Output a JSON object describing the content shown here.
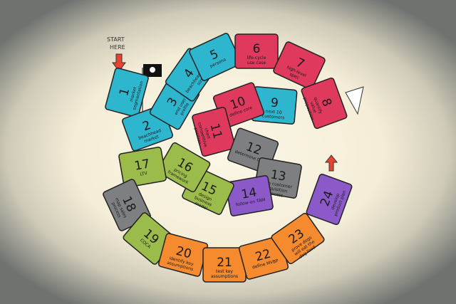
{
  "start_label": [
    "START",
    "HERE"
  ],
  "colors": {
    "cyan": "#2fb6cf",
    "red": "#e0395e",
    "gray": "#7d7f80",
    "green": "#9bbb4a",
    "purple": "#8c5ac8",
    "orange": "#f58a2e"
  },
  "steps": [
    {
      "n": "1",
      "label": "market segmentation",
      "color": "cyan"
    },
    {
      "n": "2",
      "label": "beachhead market",
      "color": "cyan"
    },
    {
      "n": "3",
      "label": "end user profile",
      "color": "cyan"
    },
    {
      "n": "4",
      "label": "beachhead TAM size",
      "color": "cyan"
    },
    {
      "n": "5",
      "label": "persona",
      "color": "cyan"
    },
    {
      "n": "6",
      "label": "life-cycle use case",
      "color": "red"
    },
    {
      "n": "7",
      "label": "high-level spec",
      "color": "red"
    },
    {
      "n": "8",
      "label": "quantify value proposition",
      "color": "red"
    },
    {
      "n": "9",
      "label": "next 10 customers",
      "color": "cyan"
    },
    {
      "n": "10",
      "label": "define core",
      "color": "red"
    },
    {
      "n": "11",
      "label": "chart competitive position",
      "color": "red"
    },
    {
      "n": "12",
      "label": "determine DMU",
      "color": "gray"
    },
    {
      "n": "13",
      "label": "map customer acquisition process",
      "color": "gray"
    },
    {
      "n": "14",
      "label": "follow-on TAM",
      "color": "purple"
    },
    {
      "n": "15",
      "label": "design business model",
      "color": "green"
    },
    {
      "n": "16",
      "label": "pricing framework",
      "color": "green"
    },
    {
      "n": "17",
      "label": "LTV",
      "color": "green"
    },
    {
      "n": "18",
      "label": "map sales process",
      "color": "gray"
    },
    {
      "n": "19",
      "label": "COCA",
      "color": "green"
    },
    {
      "n": "20",
      "label": "identify key assumptions",
      "color": "orange"
    },
    {
      "n": "21",
      "label": "test key assumptions",
      "color": "orange"
    },
    {
      "n": "22",
      "label": "define MVBP",
      "color": "orange"
    },
    {
      "n": "23",
      "label": "prove dogs will eat the dog food",
      "color": "orange"
    },
    {
      "n": "24",
      "label": "develop product plan",
      "color": "purple"
    }
  ]
}
